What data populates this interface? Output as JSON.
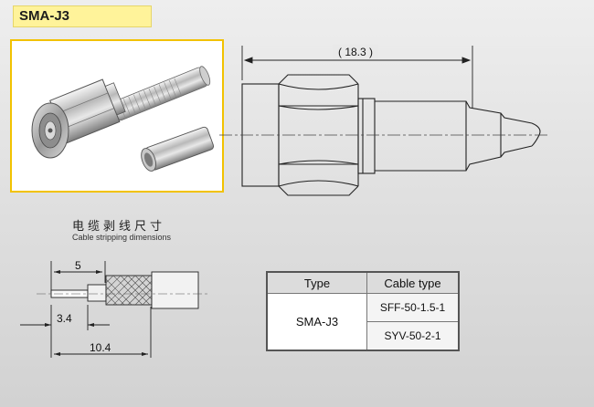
{
  "header": {
    "title": "SMA-J3"
  },
  "dimensions": {
    "overall_length": "( 18.3 )",
    "strip_a": "5",
    "strip_b": "3.4",
    "strip_c": "10.4"
  },
  "strip_section": {
    "title_cn": "电缆剥线尺寸",
    "title_en": "Cable stripping dimensions"
  },
  "spec_table": {
    "headers": [
      "Type",
      "Cable type"
    ],
    "type_value": "SMA-J3",
    "cable_types": [
      "SFF-50-1.5-1",
      "SYV-50-2-1"
    ]
  }
}
